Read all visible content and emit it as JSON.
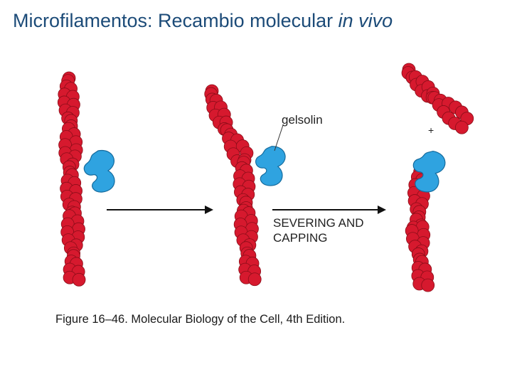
{
  "slide": {
    "title_main": "Microfilamentos: Recambio molecular ",
    "title_italic": "in vivo"
  },
  "figure": {
    "gelsolin_label": "gelsolin",
    "plus_end_label": "+",
    "process_line1": "SEVERING AND",
    "process_line2": "CAPPING",
    "caption": "Figure 16–46. Molecular Biology of the Cell, 4th Edition.",
    "colors": {
      "actin_monomer": "#d6192e",
      "actin_outline": "#8a0d18",
      "gelsolin": "#2fa3e0",
      "gelsolin_outline": "#146a9c",
      "arrow": "#111111",
      "title": "#1c4b78"
    }
  }
}
